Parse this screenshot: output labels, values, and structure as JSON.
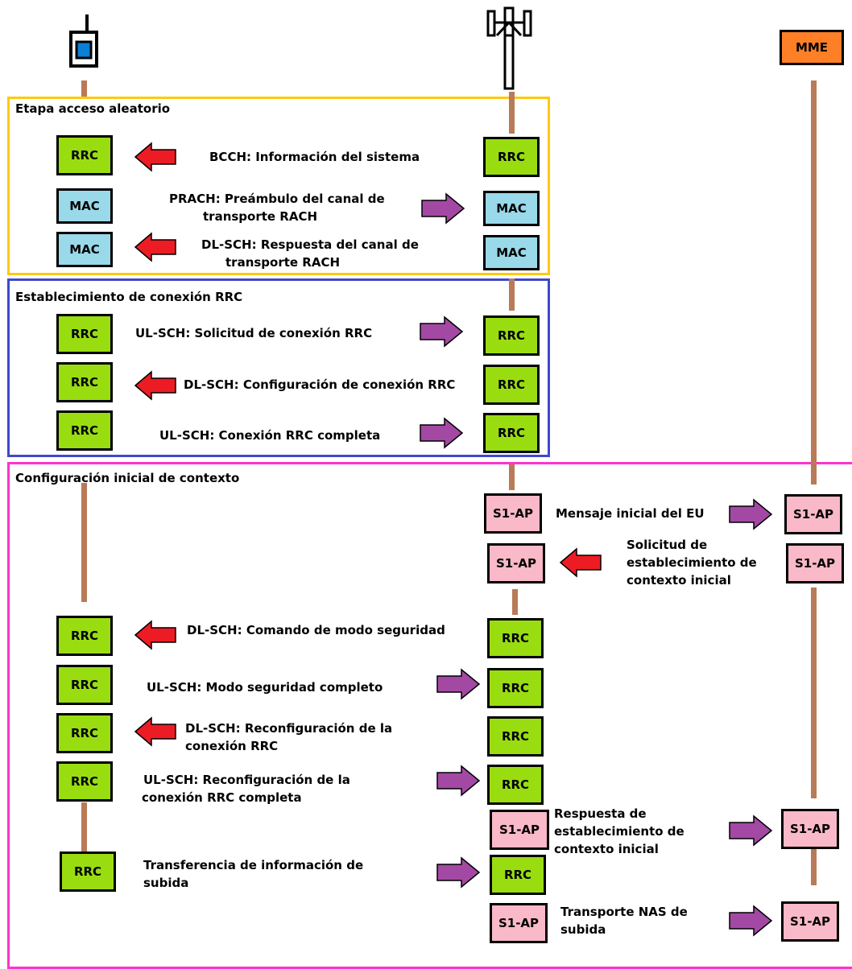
{
  "colors": {
    "rrc": "#99dd11",
    "mac": "#99d9ea",
    "s1ap": "#f9b9c8",
    "mme": "#ff7f27",
    "lifeline": "#b97a57",
    "downlink_arrow": "#ed1c24",
    "uplink_arrow": "#a349a4",
    "frame_random_access": "#ffc90e",
    "frame_rrc_connection": "#3f48cc",
    "frame_context": "#ff33cc"
  },
  "icons": [
    "mobile-phone-icon",
    "antenna-tower-icon"
  ],
  "nodes": {
    "mme": "MME"
  },
  "box_labels": {
    "rrc": "RRC",
    "mac": "MAC",
    "s1ap": "S1-AP"
  },
  "sections": {
    "random_access": "Etapa acceso aleatorio",
    "rrc_connection": "Establecimiento de conexión RRC",
    "context_setup": "Configuración inicial de contexto"
  },
  "messages": {
    "bcch": "BCCH: Información del sistema",
    "prach_1": "PRACH: Preámbulo del canal de",
    "prach_2": "transporte RACH",
    "dlsch_resp_1": "DL-SCH: Respuesta del canal de",
    "dlsch_resp_2": "transporte RACH",
    "ulsch_req": "UL-SCH: Solicitud de conexión RRC",
    "dlsch_cfg": "DL-SCH: Configuración de conexión RRC",
    "ulsch_done": "UL-SCH: Conexión RRC completa",
    "initial_ue": "Mensaje inicial del EU",
    "ctx_req_1": "Solicitud de",
    "ctx_req_2": "establecimiento de",
    "ctx_req_3": "contexto inicial",
    "sec_cmd": "DL-SCH: Comando de modo seguridad",
    "sec_done": "UL-SCH: Modo seguridad completo",
    "reconf_1": "DL-SCH: Reconfiguración de la",
    "reconf_2": "conexión RRC",
    "reconf_done_1": "UL-SCH: Reconfiguración de la",
    "reconf_done_2": "conexión RRC completa",
    "ctx_resp_1": "Respuesta de",
    "ctx_resp_2": "establecimiento de",
    "ctx_resp_3": "contexto inicial",
    "ul_info_1": "Transferencia de información de",
    "ul_info_2": "subida",
    "nas_1": "Transporte NAS de",
    "nas_2": "subida"
  }
}
